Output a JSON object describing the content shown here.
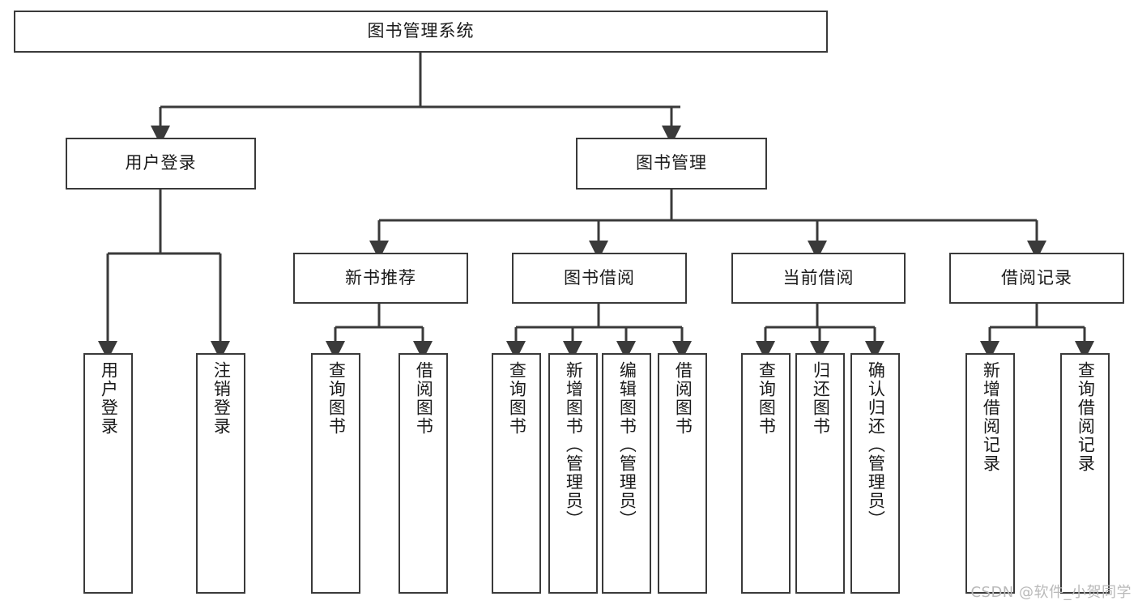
{
  "diagram": {
    "title": "图书管理系统",
    "type": "tree",
    "watermark": "CSDN @软件_小贺同学",
    "colors": {
      "box_border": "#3a3a3a",
      "box_fill": "#ffffff",
      "edge": "#3a3a3a",
      "text": "#1a1a1a",
      "watermark": "#b9b9b9",
      "background": "#ffffff"
    },
    "levels": {
      "root": "图书管理系统",
      "level2": [
        "用户登录",
        "图书管理"
      ],
      "level3": [
        "新书推荐",
        "图书借阅",
        "当前借阅",
        "借阅记录"
      ]
    },
    "nodes": {
      "root": {
        "label": "图书管理系统"
      },
      "user_login": {
        "label": "用户登录"
      },
      "book_mgmt": {
        "label": "图书管理"
      },
      "new_book_rec": {
        "label": "新书推荐"
      },
      "book_borrow": {
        "label": "图书借阅"
      },
      "current_borrow": {
        "label": "当前借阅"
      },
      "borrow_record": {
        "label": "借阅记录"
      },
      "leaf_user_login": {
        "label": "用户登录"
      },
      "leaf_logout": {
        "label": "注销登录"
      },
      "leaf_query_book_1": {
        "label": "查询图书"
      },
      "leaf_borrow_book_1": {
        "label": "借阅图书"
      },
      "leaf_query_book_2": {
        "label": "查询图书"
      },
      "leaf_add_book": {
        "label": "新增图书（管理员）"
      },
      "leaf_edit_book": {
        "label": "编辑图书（管理员）"
      },
      "leaf_borrow_book_2": {
        "label": "借阅图书"
      },
      "leaf_query_book_3": {
        "label": "查询图书"
      },
      "leaf_return_book": {
        "label": "归还图书"
      },
      "leaf_confirm_return": {
        "label": "确认归还（管理员）"
      },
      "leaf_add_record": {
        "label": "新增借阅记录"
      },
      "leaf_query_record": {
        "label": "查询借阅记录"
      }
    },
    "edges": [
      {
        "from": "root",
        "to": "用户登录"
      },
      {
        "from": "root",
        "to": "图书管理"
      },
      {
        "from": "用户登录",
        "to": "用户登录(叶)"
      },
      {
        "from": "用户登录",
        "to": "注销登录"
      },
      {
        "from": "图书管理",
        "to": "新书推荐"
      },
      {
        "from": "图书管理",
        "to": "图书借阅"
      },
      {
        "from": "图书管理",
        "to": "当前借阅"
      },
      {
        "from": "图书管理",
        "to": "借阅记录"
      },
      {
        "from": "新书推荐",
        "to": "查询图书"
      },
      {
        "from": "新书推荐",
        "to": "借阅图书"
      },
      {
        "from": "图书借阅",
        "to": "查询图书"
      },
      {
        "from": "图书借阅",
        "to": "新增图书（管理员）"
      },
      {
        "from": "图书借阅",
        "to": "编辑图书（管理员）"
      },
      {
        "from": "图书借阅",
        "to": "借阅图书"
      },
      {
        "from": "当前借阅",
        "to": "查询图书"
      },
      {
        "from": "当前借阅",
        "to": "归还图书"
      },
      {
        "from": "当前借阅",
        "to": "确认归还（管理员）"
      },
      {
        "from": "借阅记录",
        "to": "新增借阅记录"
      },
      {
        "from": "借阅记录",
        "to": "查询借阅记录"
      }
    ]
  }
}
